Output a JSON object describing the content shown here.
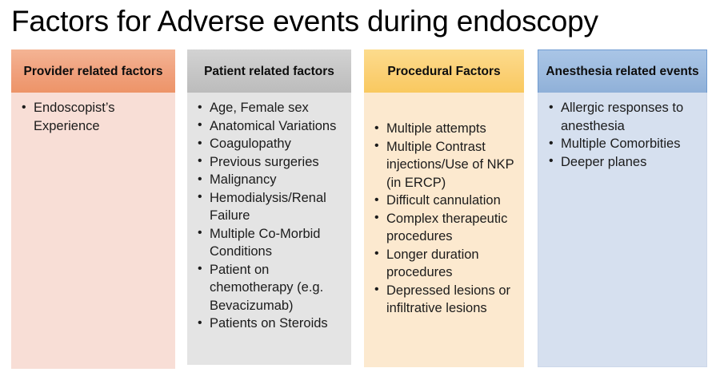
{
  "slide": {
    "title": "Factors for Adverse events during endoscopy"
  },
  "columns": [
    {
      "id": "provider",
      "header": "Provider related factors",
      "accent": "#ed9468",
      "body_color": "#f8ded6",
      "items": [
        "Endoscopist’s Experience"
      ]
    },
    {
      "id": "patient",
      "header": "Patient related factors",
      "accent": "#bcbcbc",
      "body_color": "#e4e4e4",
      "items": [
        "Age, Female sex",
        "Anatomical Variations",
        "Coagulopathy",
        "Previous surgeries",
        "Malignancy",
        "Hemodialysis/Renal Failure",
        "Multiple Co-Morbid Conditions",
        "Patient on chemotherapy (e.g. Bevacizumab)",
        "Patients on Steroids"
      ]
    },
    {
      "id": "procedural",
      "header": "Procedural Factors",
      "accent": "#f9c95f",
      "body_color": "#fce9cf",
      "items": [
        "Multiple attempts",
        "Multiple Contrast injections/Use of NKP (in ERCP)",
        "Difficult cannulation",
        "Complex therapeutic procedures",
        "Longer duration procedures",
        "Depressed lesions or infiltrative lesions"
      ]
    },
    {
      "id": "anesthesia",
      "header": "Anesthesia related events",
      "accent": "#8fb0d8",
      "body_color": "#d6e0ef",
      "items": [
        "Allergic responses to anesthesia",
        "Multiple Comorbities",
        "Deeper planes"
      ]
    }
  ]
}
